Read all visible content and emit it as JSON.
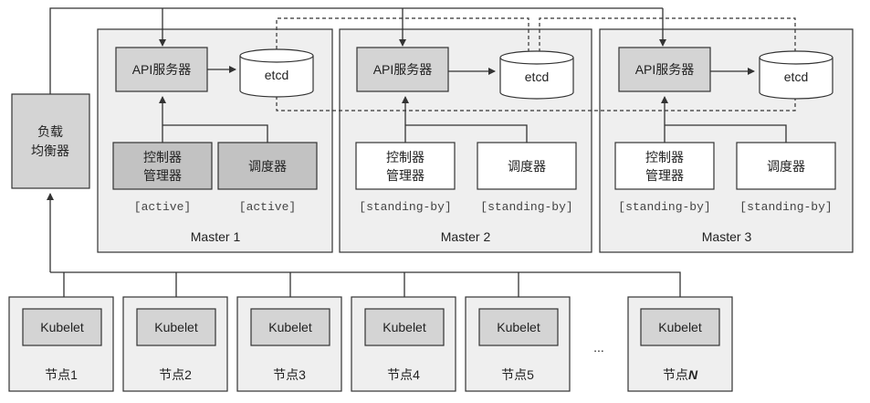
{
  "load_balancer": {
    "label_line1": "负载",
    "label_line2": "均衡器"
  },
  "masters": [
    {
      "name": "Master 1",
      "api_server": "API服务器",
      "etcd": "etcd",
      "controller_line1": "控制器",
      "controller_line2": "管理器",
      "scheduler": "调度器",
      "controller_state": "[active]",
      "scheduler_state": "[active]",
      "active": true
    },
    {
      "name": "Master 2",
      "api_server": "API服务器",
      "etcd": "etcd",
      "controller_line1": "控制器",
      "controller_line2": "管理器",
      "scheduler": "调度器",
      "controller_state": "[standing-by]",
      "scheduler_state": "[standing-by]",
      "active": false
    },
    {
      "name": "Master 3",
      "api_server": "API服务器",
      "etcd": "etcd",
      "controller_line1": "控制器",
      "controller_line2": "管理器",
      "scheduler": "调度器",
      "controller_state": "[standing-by]",
      "scheduler_state": "[standing-by]",
      "active": false
    }
  ],
  "nodes": [
    {
      "kubelet": "Kubelet",
      "label": "节点1"
    },
    {
      "kubelet": "Kubelet",
      "label": "节点2"
    },
    {
      "kubelet": "Kubelet",
      "label": "节点3"
    },
    {
      "kubelet": "Kubelet",
      "label": "节点4"
    },
    {
      "kubelet": "Kubelet",
      "label": "节点5"
    },
    {
      "kubelet": "Kubelet",
      "label": "节点",
      "label_suffix": "N"
    }
  ],
  "ellipsis": "...",
  "colors": {
    "panel": "#efefef",
    "active_box": "#c2c2c2",
    "api_box": "#d4d4d4",
    "white_box": "#ffffff",
    "stroke": "#333333"
  }
}
